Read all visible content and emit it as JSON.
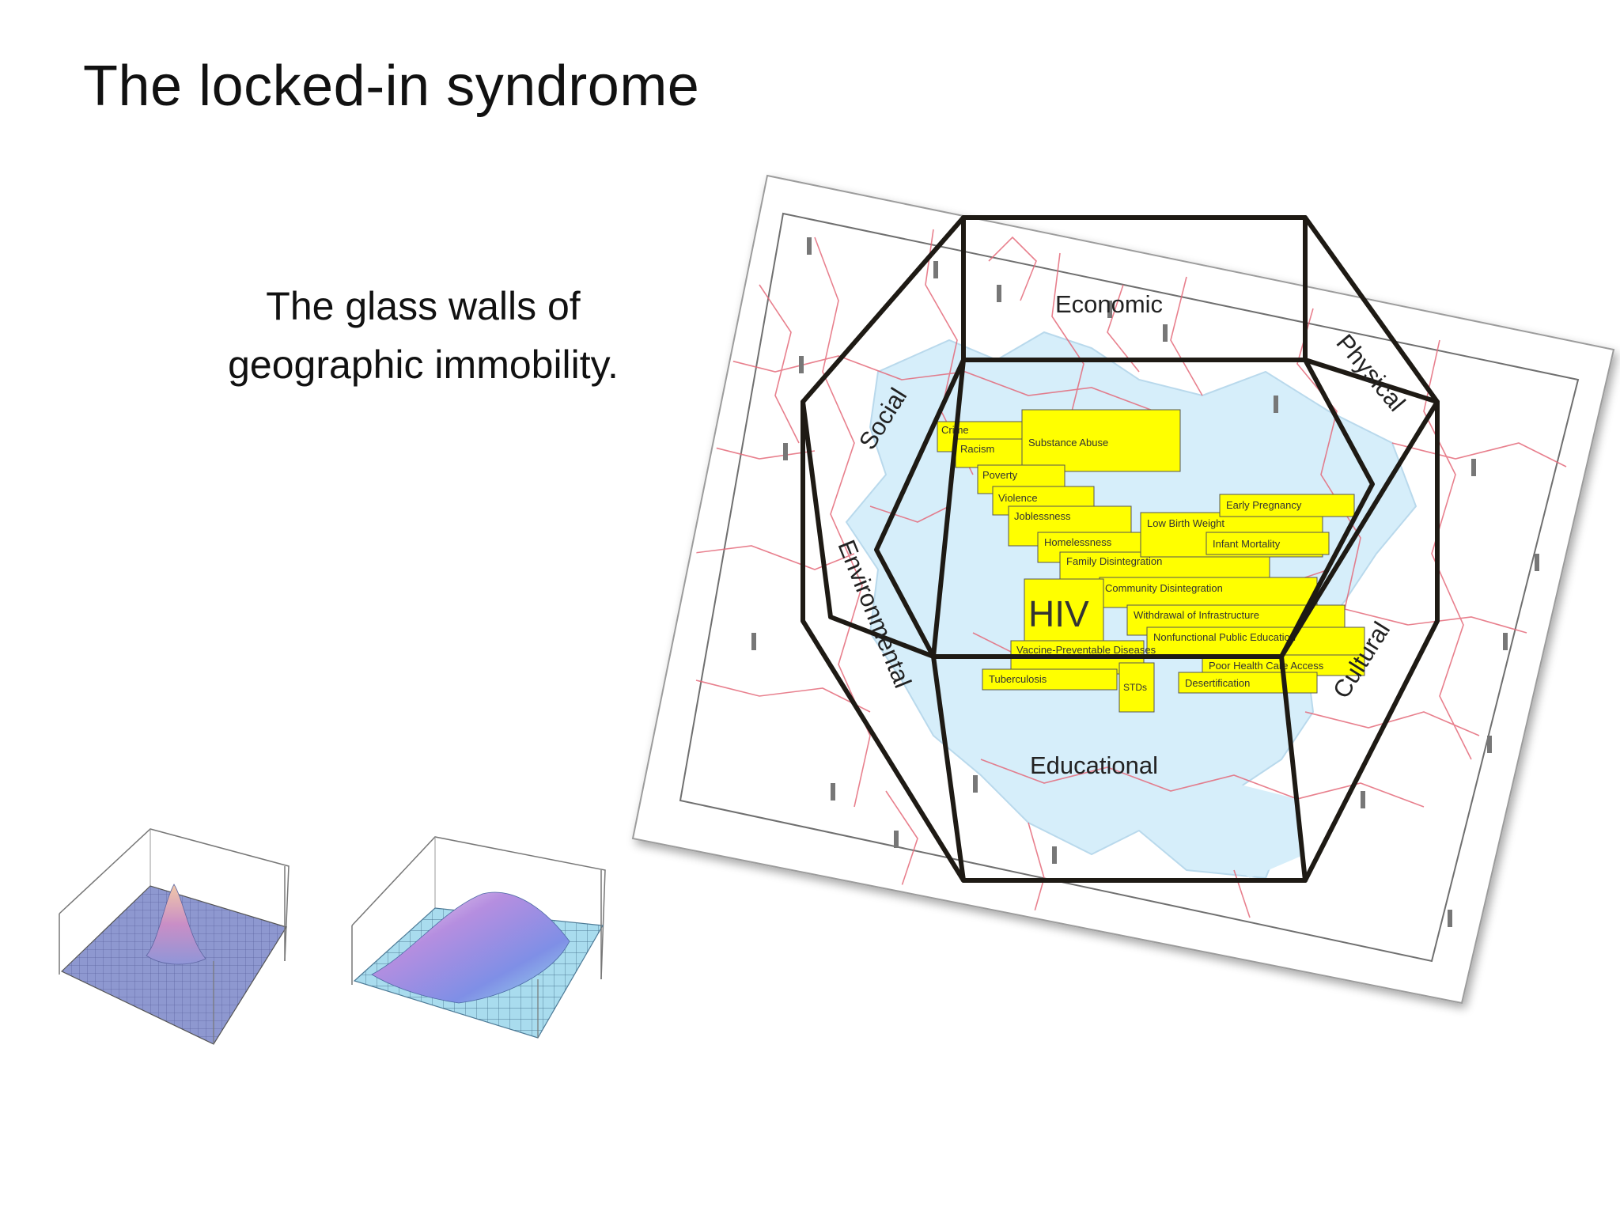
{
  "slide": {
    "title": "The locked-in syndrome",
    "subtitle_lines": [
      "The glass walls of",
      "geographic immobility."
    ]
  },
  "walls": {
    "top": "Economic",
    "upper_left": "Social",
    "upper_right": "Physical",
    "lower_left": "Environmental",
    "lower_right": "Cultural",
    "bottom": "Educational"
  },
  "central_label": "HIV",
  "factors": [
    "Crime",
    "Racism",
    "Substance Abuse",
    "Poverty",
    "Violence",
    "Joblessness",
    "Homelessness",
    "Family Disintegration",
    "Low Birth Weight",
    "Early Pregnancy",
    "Infant Mortality",
    "Community Disintegration",
    "Withdrawal of Infrastructure",
    "Nonfunctional Public Education",
    "Vaccine-Preventable Diseases",
    "Tuberculosis",
    "STDs",
    "Poor Health Care Access",
    "Desertification"
  ],
  "colors": {
    "factor_fill": "#ffff00",
    "map_region": "#d6eefa",
    "map_lines": "#e46a7a",
    "cage_lines": "#1e1a14"
  }
}
